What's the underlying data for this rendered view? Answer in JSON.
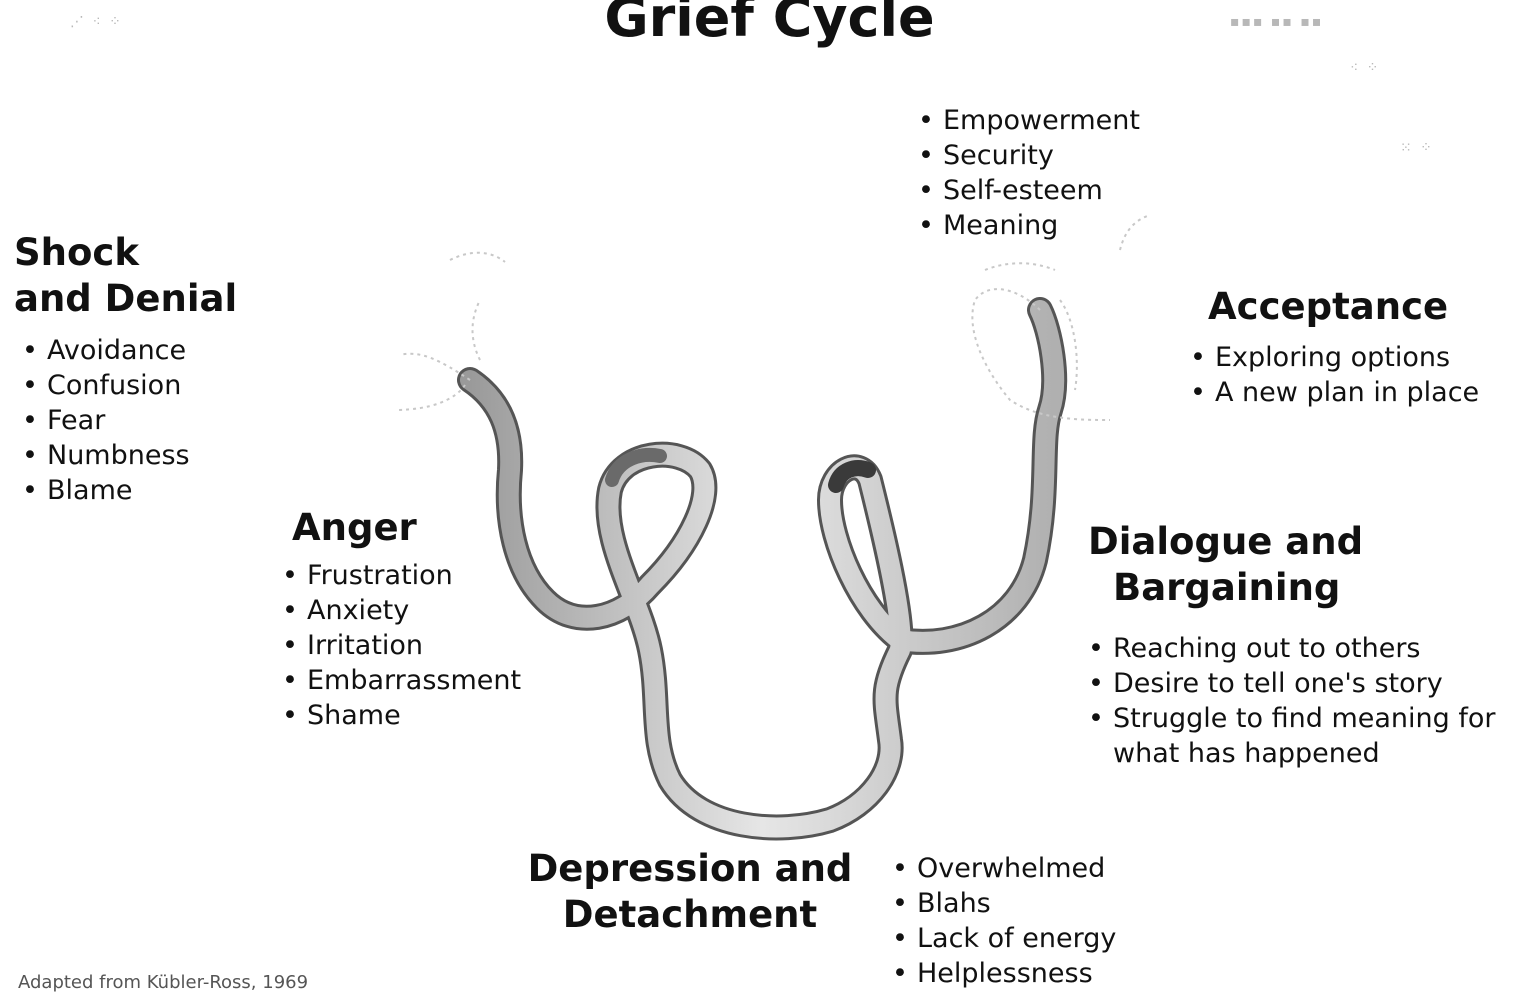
{
  "title": "Grief Cycle",
  "stages": {
    "shock": {
      "heading_line1": "Shock",
      "heading_line2": "and Denial",
      "items": [
        "Avoidance",
        "Confusion",
        "Fear",
        "Numbness",
        "Blame"
      ]
    },
    "anger": {
      "heading": "Anger",
      "items": [
        "Frustration",
        "Anxiety",
        "Irritation",
        "Embarrassment",
        "Shame"
      ]
    },
    "depression": {
      "heading_line1": "Depression and",
      "heading_line2": "Detachment",
      "items": [
        "Overwhelmed",
        "Blahs",
        "Lack of energy",
        "Helplessness"
      ]
    },
    "dialogue": {
      "heading_line1": "Dialogue and",
      "heading_line2": "Bargaining",
      "items": [
        "Reaching out to others",
        "Desire to tell one's story",
        "Struggle to find meaning for"
      ],
      "continuation": "what has happened"
    },
    "acceptance": {
      "heading": "Acceptance",
      "items": [
        "Exploring options",
        "A new plan in place"
      ]
    },
    "outcome": {
      "items": [
        "Empowerment",
        "Security",
        "Self-esteem",
        "Meaning"
      ]
    }
  },
  "footnote": "Adapted from Kübler-Ross, 1969",
  "colors": {
    "text": "#111111",
    "ribbon_edge": "#555555",
    "ribbon_fill": "#e6e6e6",
    "ribbon_shade": "#9a9a9a",
    "faint": "#b8b8b8"
  }
}
